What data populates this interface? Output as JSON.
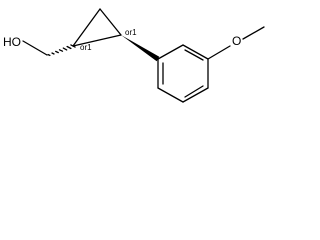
{
  "molecule": {
    "atoms": {
      "hydroxyl": "HO",
      "methoxy_oxygen": "O"
    },
    "stereo_descriptors": {
      "c1": "or1",
      "c2": "or1"
    },
    "colors": {
      "ink": "#000000",
      "background": "#ffffff"
    }
  }
}
